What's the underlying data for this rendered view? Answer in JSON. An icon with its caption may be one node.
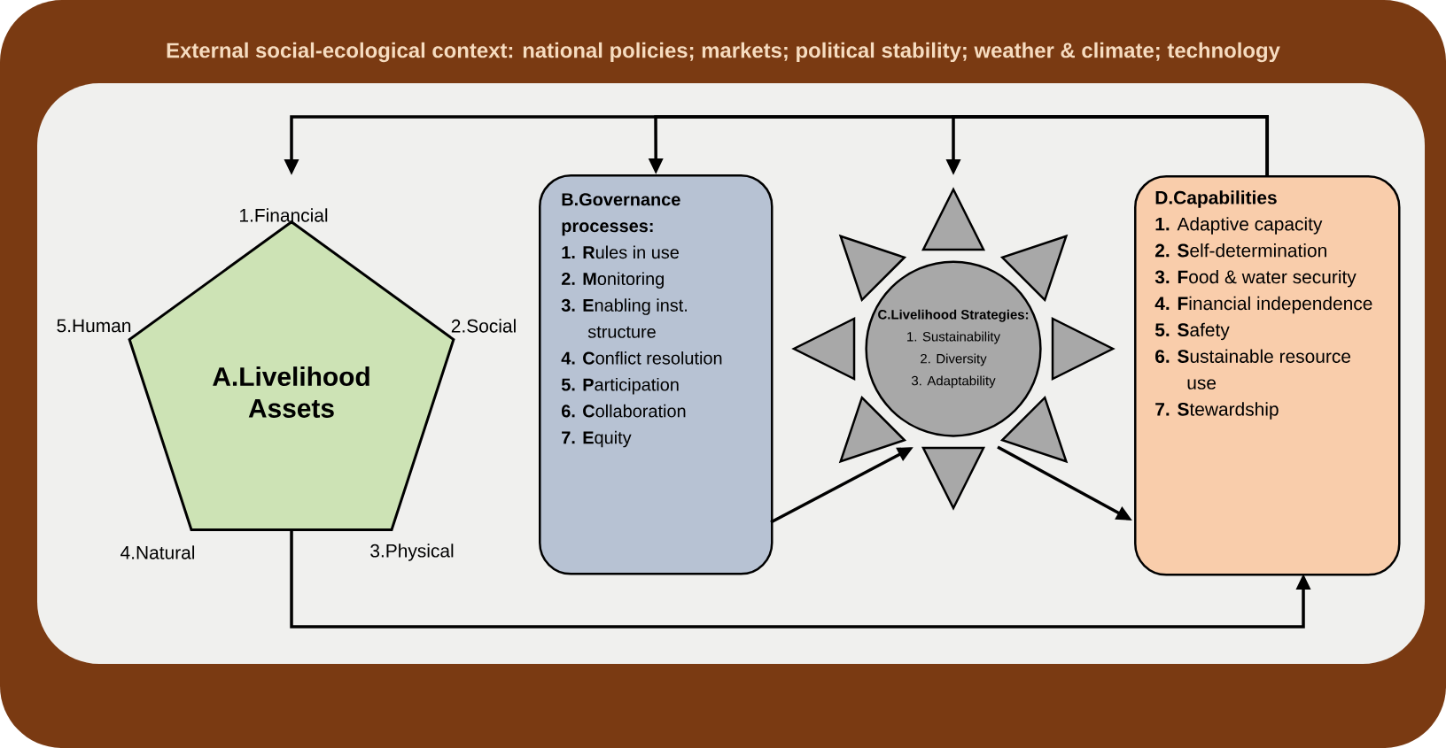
{
  "diagram": {
    "nodes": [
      {
        "text": [
          "External social-ecological context: national policies; markets; political stability; weather & climate; technology"
        ]
      },
      {
        "text": [
          "A.Livelihood Assets"
        ],
        "in": 0,
        "beside": [
          "1.Financial",
          "5.Human",
          "2.Social",
          "4.Natural",
          "3.Physical"
        ]
      },
      {
        "text": [
          "B.Governance processes:",
          "**1.** **R**ules in use",
          "**2.** **M**onitoring",
          "**3.** **E**nabling inst. structure",
          "**4.** **C**onflict resolution",
          "**5.** **P**articipation",
          "**6.** **C**ollaboration",
          "**7.** **E**quity"
        ],
        "in": 0
      },
      {
        "text": [
          "C.Livelihood Strategies:",
          "1. Sustainability",
          "2. Diversity",
          "3. Adaptability"
        ],
        "in": 0
      },
      {
        "text": [
          "D.Capabilities",
          "**1.** Adaptive capacity",
          "**2.** **S**elf-determination",
          "**3.** **F**ood & water security",
          "**4.** **F**inancial independence",
          "**5.** **S**afety",
          "**6.** **S**ustainable resource use",
          "**7.** **S**tewardship"
        ],
        "in": 0
      }
    ],
    "edges": [
      {
        "from": 4,
        "to": 1,
        "arrow": "to"
      },
      {
        "from": 4,
        "to": 2,
        "arrow": "to"
      },
      {
        "from": 4,
        "to": 3,
        "arrow": "to"
      },
      {
        "from": 1,
        "to": 4,
        "arrow": "to"
      },
      {
        "from": 2,
        "to": 3,
        "arrow": "to"
      },
      {
        "from": 3,
        "to": 4,
        "arrow": "to"
      }
    ]
  }
}
